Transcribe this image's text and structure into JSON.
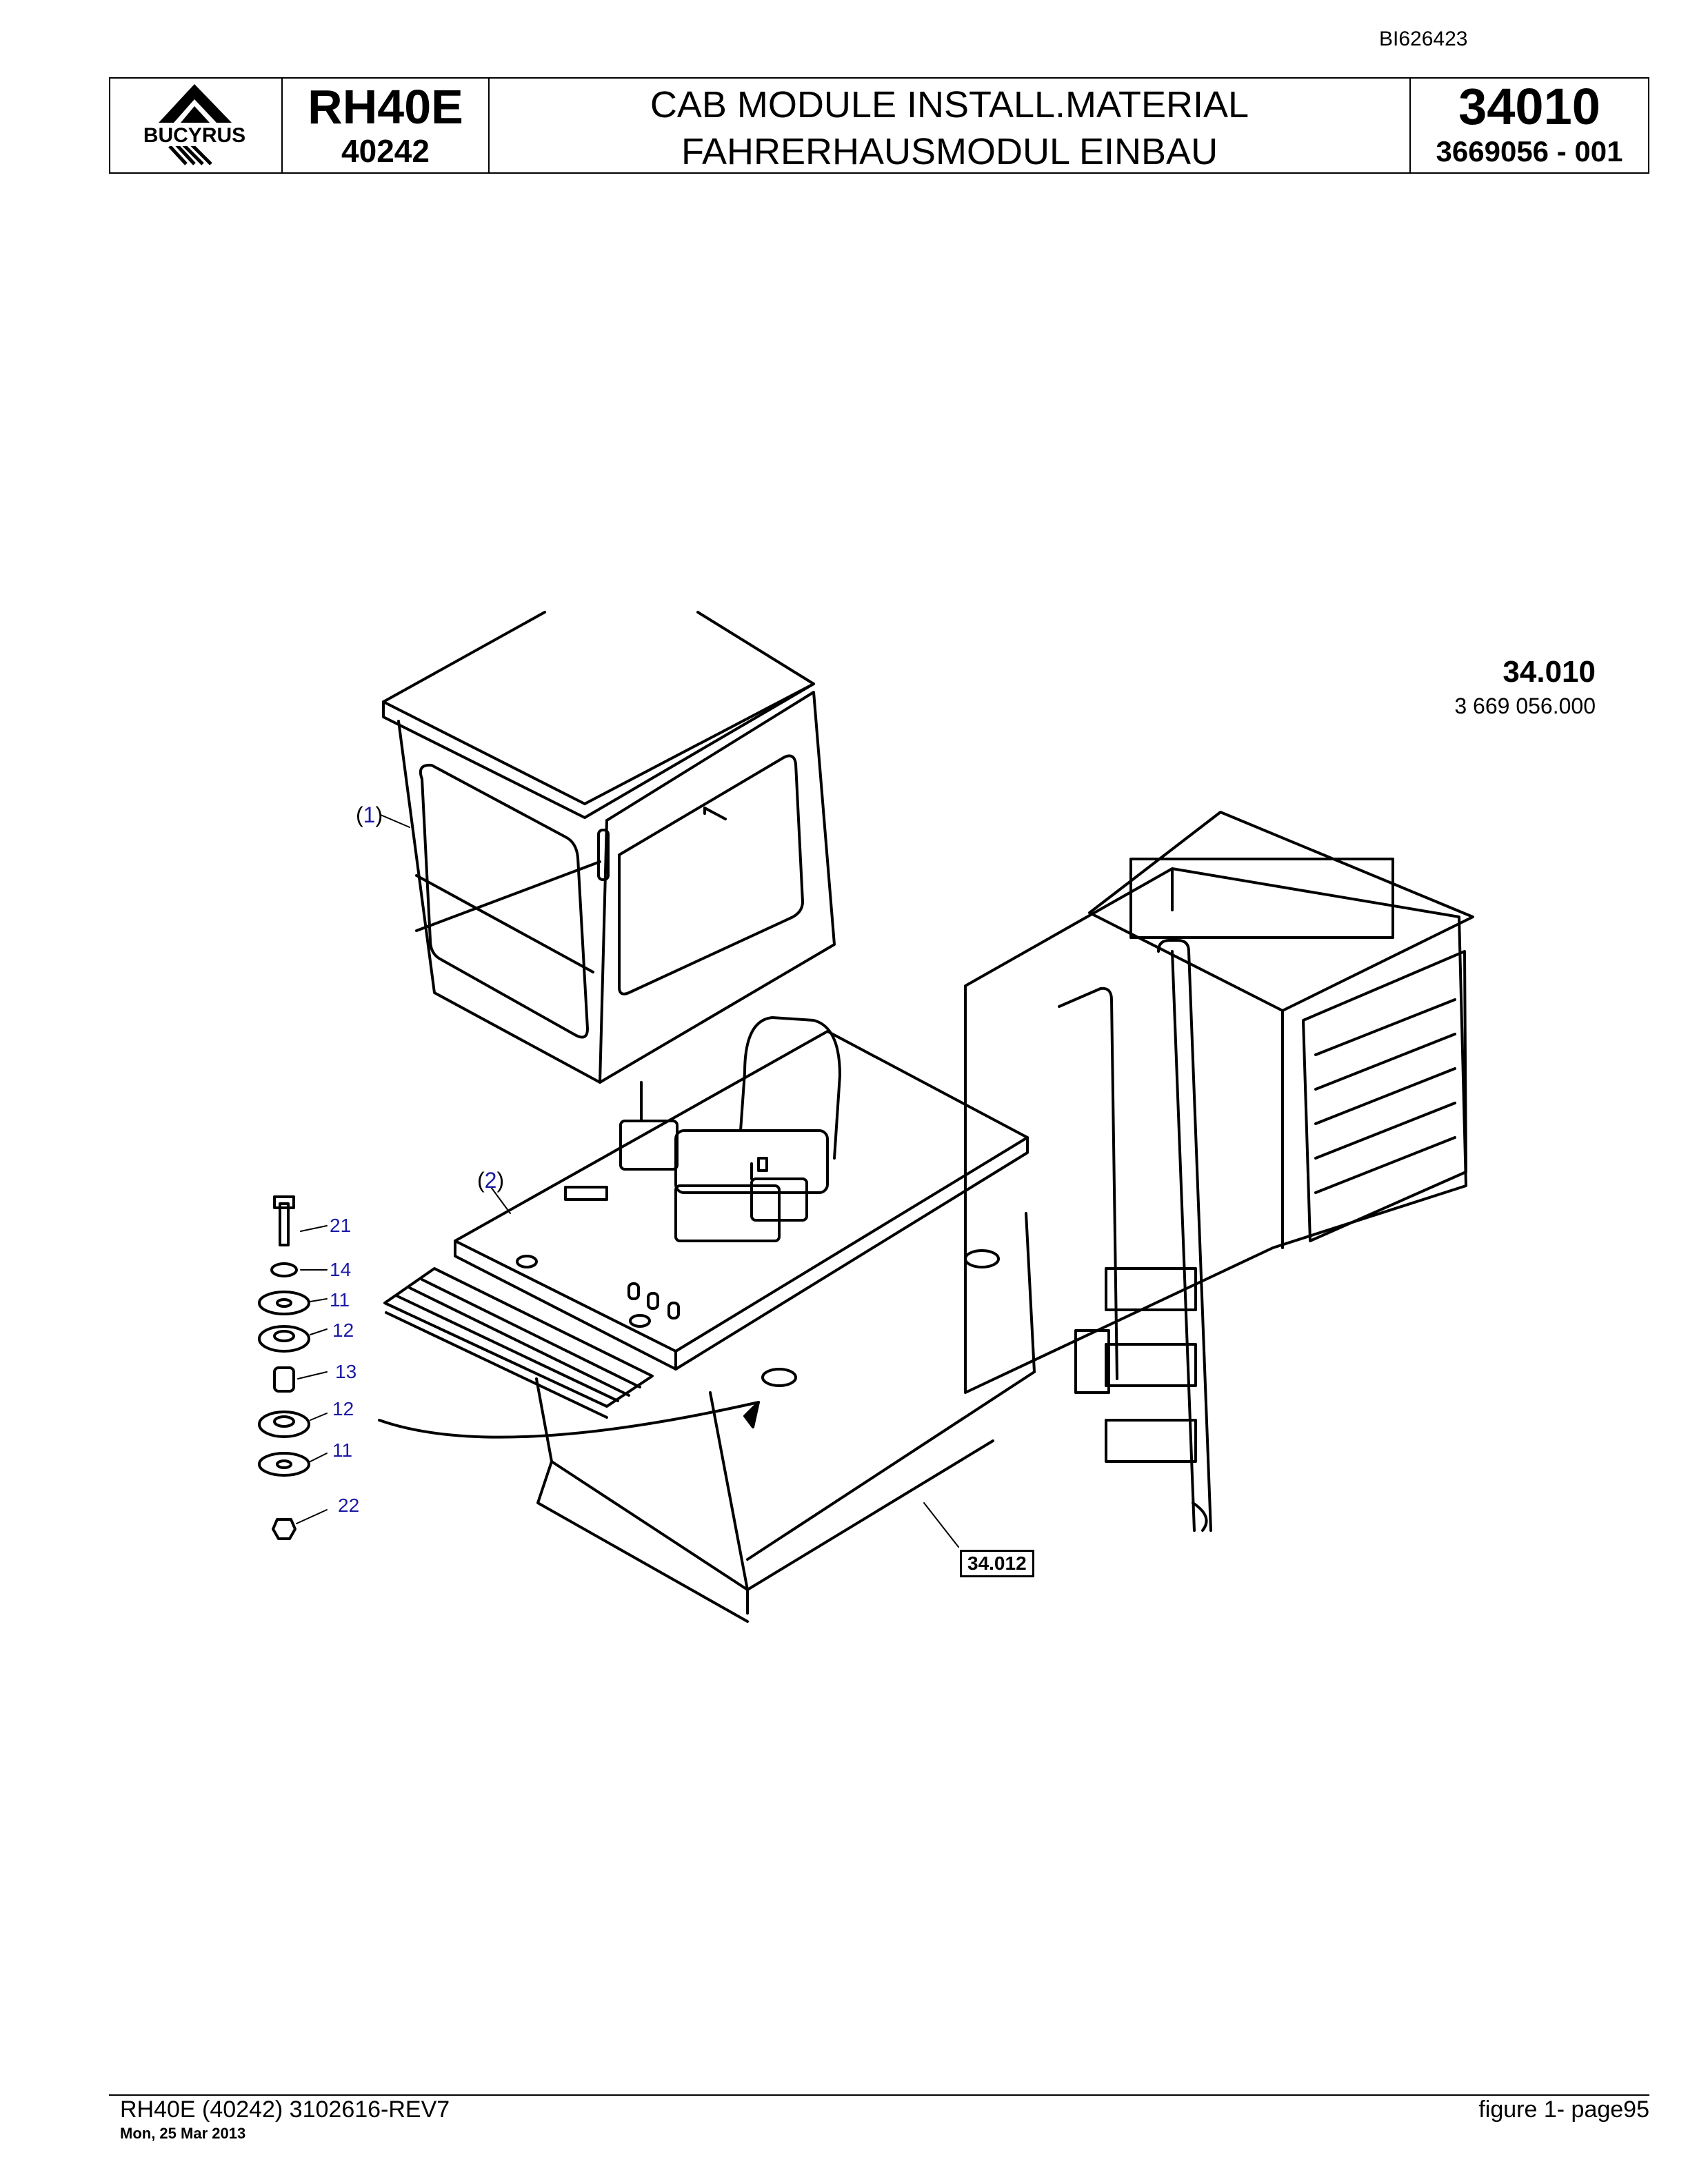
{
  "document_id": "BI626423",
  "header": {
    "logo_text": "BUCYRUS",
    "model_name": "RH40E",
    "model_number": "40242",
    "title_en": "CAB MODULE INSTALL.MATERIAL",
    "title_de": "FAHRERHAUSMODUL EINBAU",
    "group_number": "34010",
    "part_number": "3669056  - 001"
  },
  "drawing": {
    "ref_line1": "34.010",
    "ref_line2": "3 669 056.000",
    "reference_box": "34.012",
    "callouts": {
      "cab": "1",
      "platform": "2",
      "bolt": "21",
      "washer_top": "14",
      "disc_top": "11",
      "mount_top": "12",
      "sleeve": "13",
      "mount_bottom": "12",
      "disc_bottom": "11",
      "nut": "22"
    }
  },
  "footer": {
    "left": "RH40E (40242) 3102616-REV7",
    "date": "Mon, 25 Mar 2013",
    "right": "figure  1- page95"
  }
}
